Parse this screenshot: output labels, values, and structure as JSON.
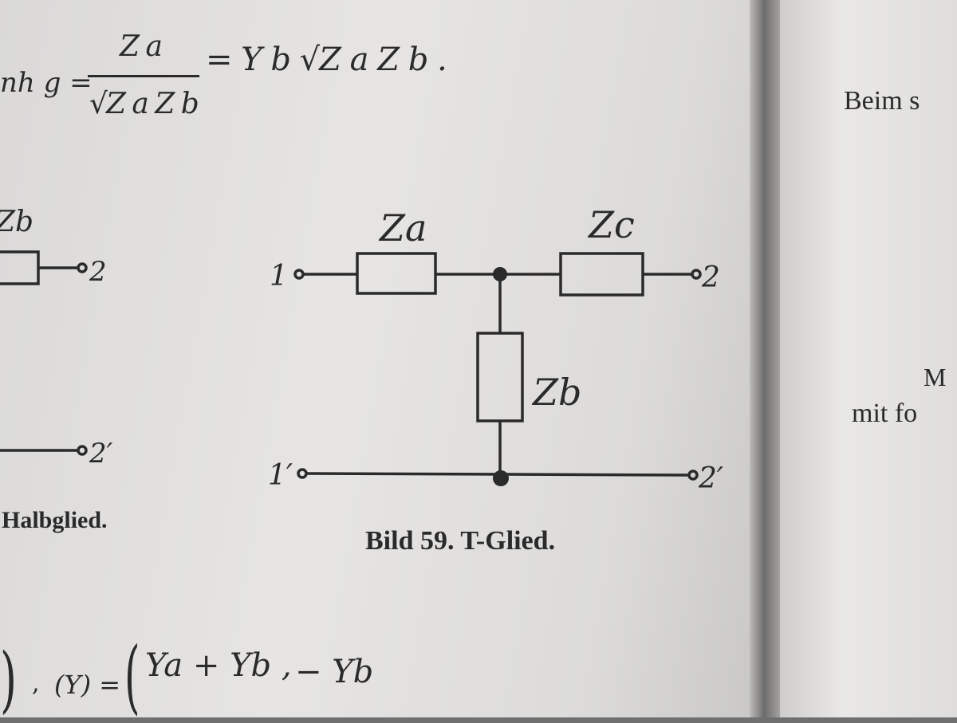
{
  "left_page": {
    "formula_top": {
      "prefix": "nh g =",
      "numerator": "Z a",
      "denominator": "√Z a Z b",
      "rhs": "= Y b √Z a Z b ."
    },
    "left_fragment": {
      "zb_label": "Zb",
      "port2_label": "2",
      "port2p_label": "2′",
      "caption": "Halbglied."
    },
    "figure": {
      "za_label": "Za",
      "zc_label": "Zc",
      "zb_label": "Zb",
      "port1_label": "1",
      "port2_label": "2",
      "port1p_label": "1′",
      "port2p_label": "2′",
      "caption": "Bild 59. T-Glied."
    },
    "formula_bottom": {
      "paren": ")",
      "sep": ",",
      "y_matrix": "(Y) =",
      "entry1": "Ya + Yb ,",
      "entry2": "− Yb"
    }
  },
  "right_page": {
    "line1": "Beim s",
    "line2": "M",
    "line3": "mit fo"
  },
  "colors": {
    "ink": "#2a2a2a",
    "page": "#e3e2e0",
    "gutter": "#6d6c6c"
  }
}
